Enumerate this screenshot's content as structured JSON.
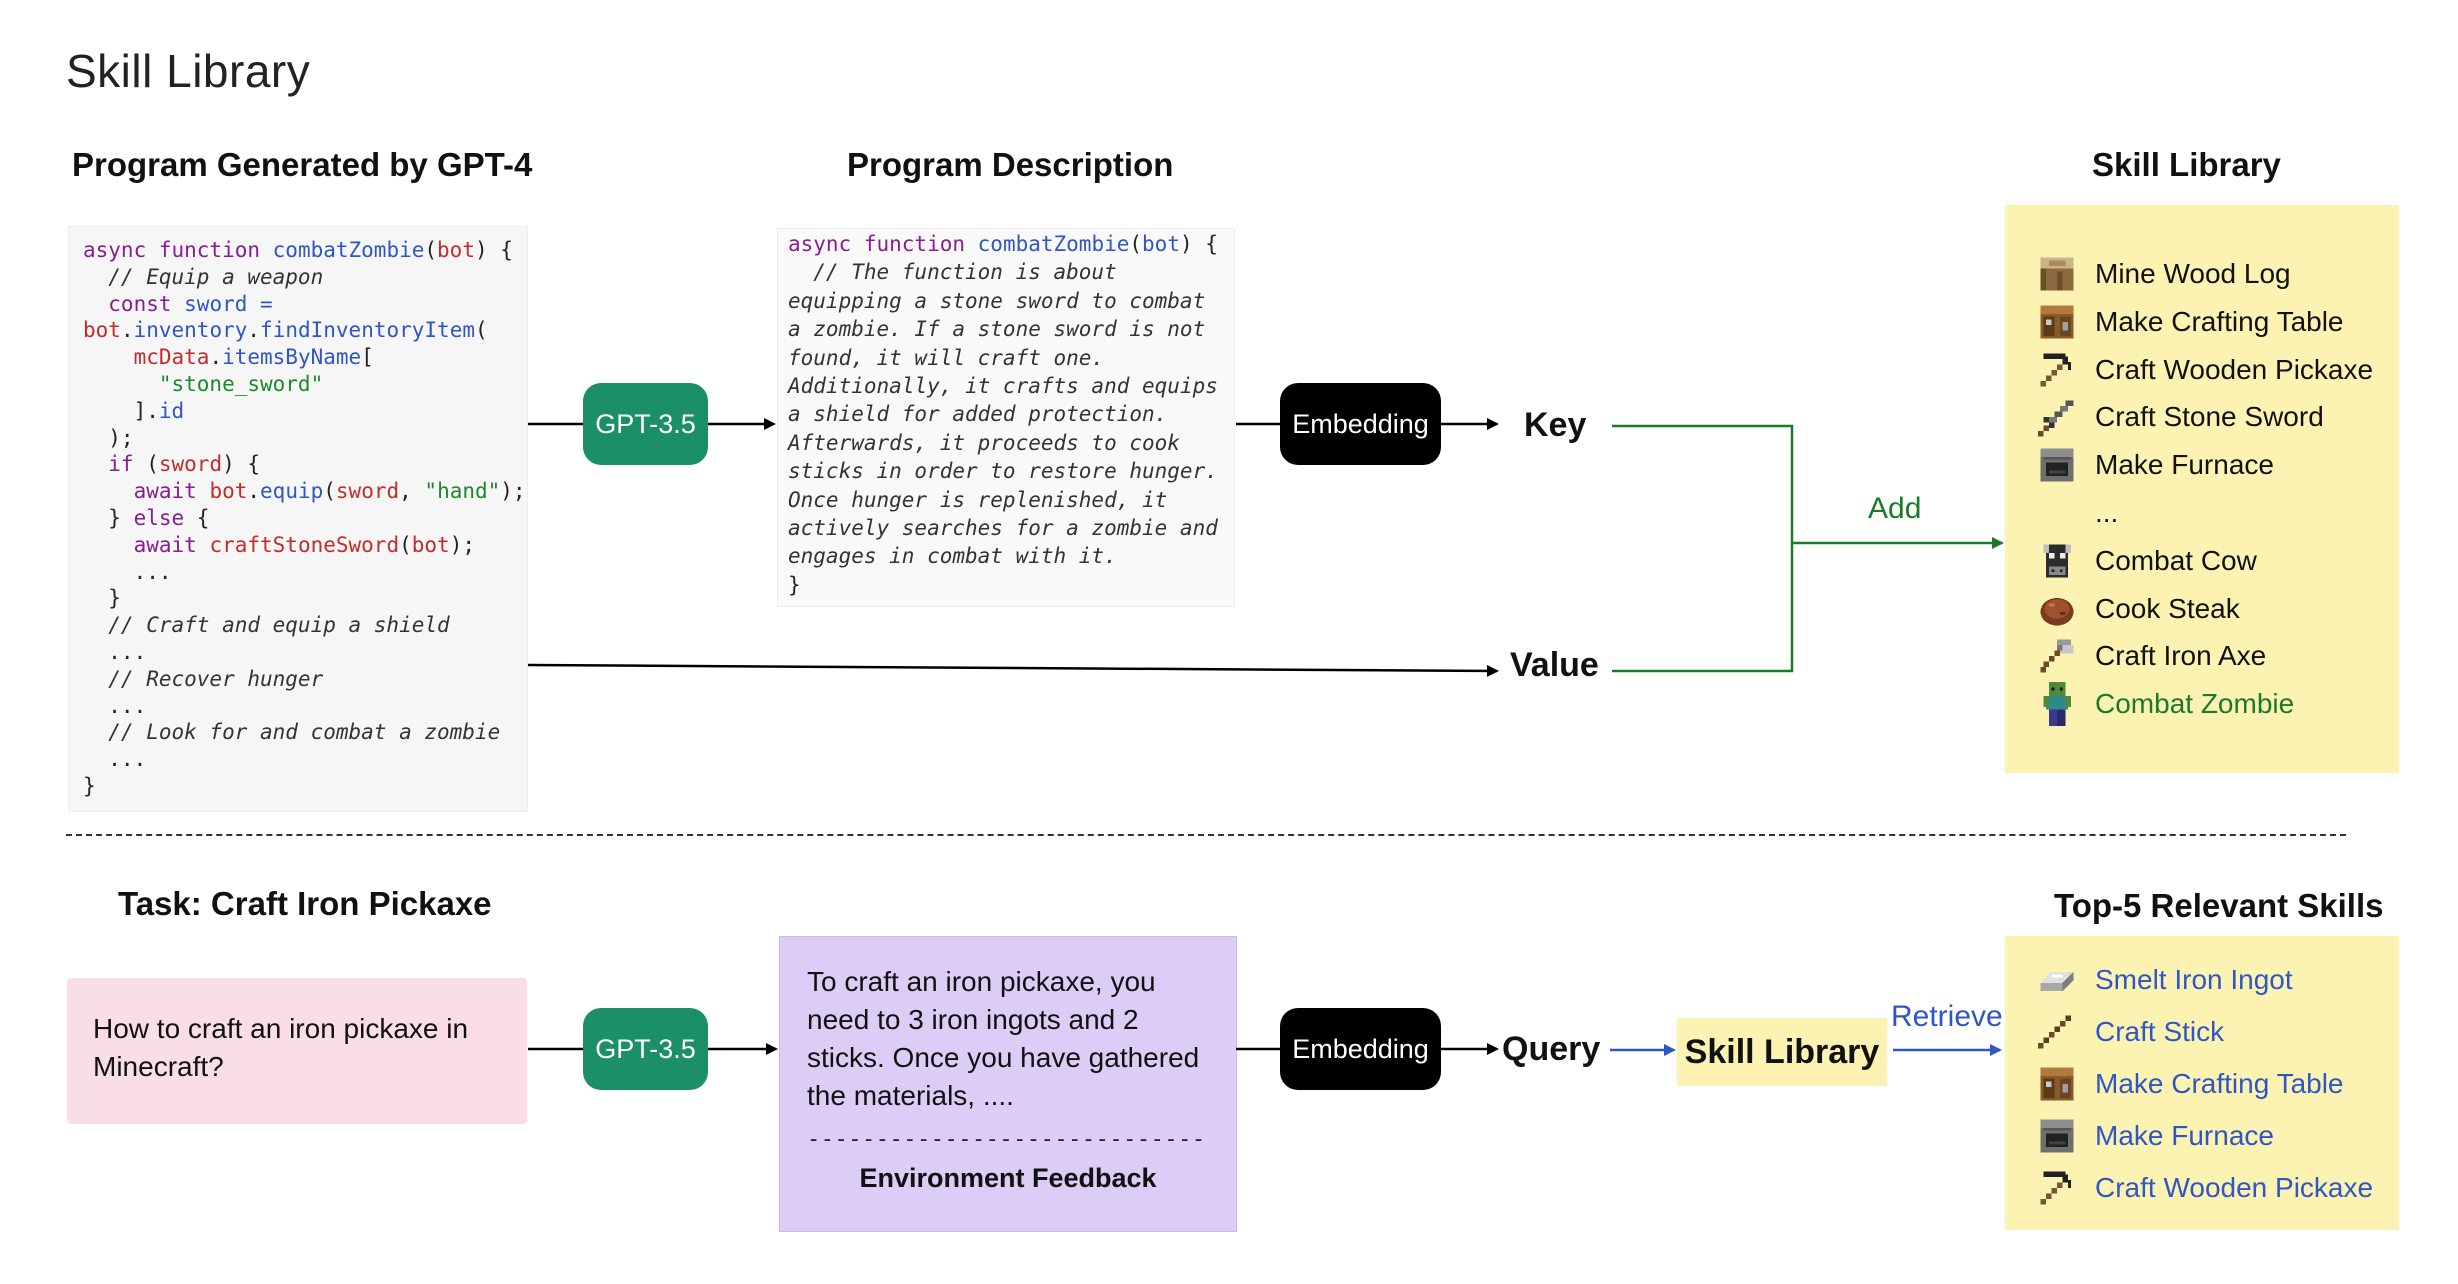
{
  "page_title": "Skill Library",
  "top": {
    "heading_program": "Program Generated by GPT-4",
    "heading_description": "Program Description",
    "heading_library": "Skill Library",
    "program_lines": [
      [
        [
          "kw",
          "async function "
        ],
        [
          "fn",
          "combatZombie"
        ],
        [
          "",
          "("
        ],
        [
          "vr",
          "bot"
        ],
        [
          "",
          ") {"
        ]
      ],
      [
        [
          "cm",
          "  // Equip a weapon"
        ]
      ],
      [
        [
          "kw",
          "  const "
        ],
        [
          "fn",
          "sword"
        ],
        [
          "fn",
          " ="
        ]
      ],
      [
        [
          "vr",
          "bot"
        ],
        [
          "",
          "."
        ],
        [
          "fn",
          "inventory"
        ],
        [
          "",
          "."
        ],
        [
          "fn",
          "findInventoryItem"
        ],
        [
          "",
          "("
        ]
      ],
      [
        [
          "vr",
          "    mcData"
        ],
        [
          "",
          "."
        ],
        [
          "fn",
          "itemsByName"
        ],
        [
          "",
          "["
        ]
      ],
      [
        [
          "st",
          "      \"stone_sword\""
        ]
      ],
      [
        [
          "",
          "    ]."
        ],
        [
          "fn",
          "id"
        ]
      ],
      [
        [
          "",
          "  );"
        ]
      ],
      [
        [
          "kw",
          "  if "
        ],
        [
          "",
          "("
        ],
        [
          "vr",
          "sword"
        ],
        [
          "",
          ") {"
        ]
      ],
      [
        [
          "kw",
          "    await "
        ],
        [
          "vr",
          "bot"
        ],
        [
          "",
          "."
        ],
        [
          "fn",
          "equip"
        ],
        [
          "",
          "("
        ],
        [
          "vr",
          "sword"
        ],
        [
          "",
          ", "
        ],
        [
          "st",
          "\"hand\""
        ],
        [
          "",
          ");"
        ]
      ],
      [
        [
          "",
          "  } "
        ],
        [
          "kw",
          "else"
        ],
        [
          "",
          " {"
        ]
      ],
      [
        [
          "kw",
          "    await "
        ],
        [
          "vr",
          "craftStoneSword"
        ],
        [
          "",
          "("
        ],
        [
          "vr",
          "bot"
        ],
        [
          "",
          ");"
        ]
      ],
      [
        [
          "",
          "    ..."
        ]
      ],
      [
        [
          "",
          "  }"
        ]
      ],
      [
        [
          "cm",
          "  // Craft and equip a shield"
        ]
      ],
      [
        [
          "",
          "  ..."
        ]
      ],
      [
        [
          "cm",
          "  // Recover hunger"
        ]
      ],
      [
        [
          "",
          "  ..."
        ]
      ],
      [
        [
          "cm",
          "  // Look for and combat a zombie"
        ]
      ],
      [
        [
          "",
          "  ..."
        ]
      ],
      [
        [
          "",
          "}"
        ]
      ]
    ],
    "description_lines": [
      [
        [
          "kw",
          "async function "
        ],
        [
          "fn",
          "combatZombie"
        ],
        [
          "",
          "("
        ],
        [
          "fn",
          "bot"
        ],
        [
          "",
          ") {"
        ]
      ],
      [
        [
          "cm",
          "  // The function is about"
        ]
      ],
      [
        [
          "cm",
          "equipping a stone sword to combat"
        ]
      ],
      [
        [
          "cm",
          "a zombie. If a stone sword is not"
        ]
      ],
      [
        [
          "cm",
          "found, it will craft one."
        ]
      ],
      [
        [
          "cm",
          "Additionally, it crafts and equips"
        ]
      ],
      [
        [
          "cm",
          "a shield for added protection."
        ]
      ],
      [
        [
          "cm",
          "Afterwards, it proceeds to cook"
        ]
      ],
      [
        [
          "cm",
          "sticks in order to restore hunger."
        ]
      ],
      [
        [
          "cm",
          "Once hunger is replenished, it"
        ]
      ],
      [
        [
          "cm",
          "actively searches for a zombie and"
        ]
      ],
      [
        [
          "cm",
          "engages in combat with it."
        ]
      ],
      [
        [
          "",
          "}"
        ]
      ]
    ],
    "gpt_label": "GPT-3.5",
    "embedding_label": "Embedding",
    "key_label": "Key",
    "value_label": "Value",
    "add_label": "Add",
    "skills": [
      {
        "label": "Mine Wood  Log",
        "icon": "wood-log-icon"
      },
      {
        "label": "Make Crafting Table",
        "icon": "crafting-table-icon"
      },
      {
        "label": "Craft Wooden Pickaxe",
        "icon": "wooden-pickaxe-icon"
      },
      {
        "label": "Craft Stone Sword",
        "icon": "stone-sword-icon"
      },
      {
        "label": "Make Furnace",
        "icon": "furnace-icon"
      },
      {
        "label": "...",
        "icon": ""
      },
      {
        "label": "Combat Cow",
        "icon": "cow-icon"
      },
      {
        "label": "Cook Steak",
        "icon": "steak-icon"
      },
      {
        "label": "Craft Iron Axe",
        "icon": "iron-axe-icon"
      },
      {
        "label": "Combat Zombie",
        "icon": "zombie-icon"
      }
    ]
  },
  "bottom": {
    "heading_task": "Task: Craft Iron Pickaxe",
    "heading_relevant": "Top-5 Relevant Skills",
    "task_text": "How to craft an iron pickaxe in Minecraft?",
    "gpt_label": "GPT-3.5",
    "answer_text": "To craft an iron pickaxe, you need to 3 iron ingots and 2 sticks. Once you have gathered the materials, ....",
    "separator": "----------------------------------",
    "env_feedback": "Environment Feedback",
    "embedding_label": "Embedding",
    "query_label": "Query",
    "skill_library_label": "Skill Library",
    "retrieve_label": "Retrieve",
    "relevant_skills": [
      {
        "label": "Smelt Iron Ingot",
        "icon": "iron-ingot-icon"
      },
      {
        "label": "Craft Stick",
        "icon": "stick-icon"
      },
      {
        "label": "Make Crafting Table",
        "icon": "crafting-table-icon"
      },
      {
        "label": "Make Furnace",
        "icon": "furnace-icon"
      },
      {
        "label": "Craft Wooden Pickaxe",
        "icon": "wooden-pickaxe-icon"
      }
    ]
  },
  "colors": {
    "green_pill": "#1b9068",
    "green_arrow": "#1a7a2a",
    "blue_arrow": "#2f56c4",
    "library_bg": "#fcf3b3",
    "task_bg": "#f9dde9",
    "description_bg": "#dccdf6"
  }
}
